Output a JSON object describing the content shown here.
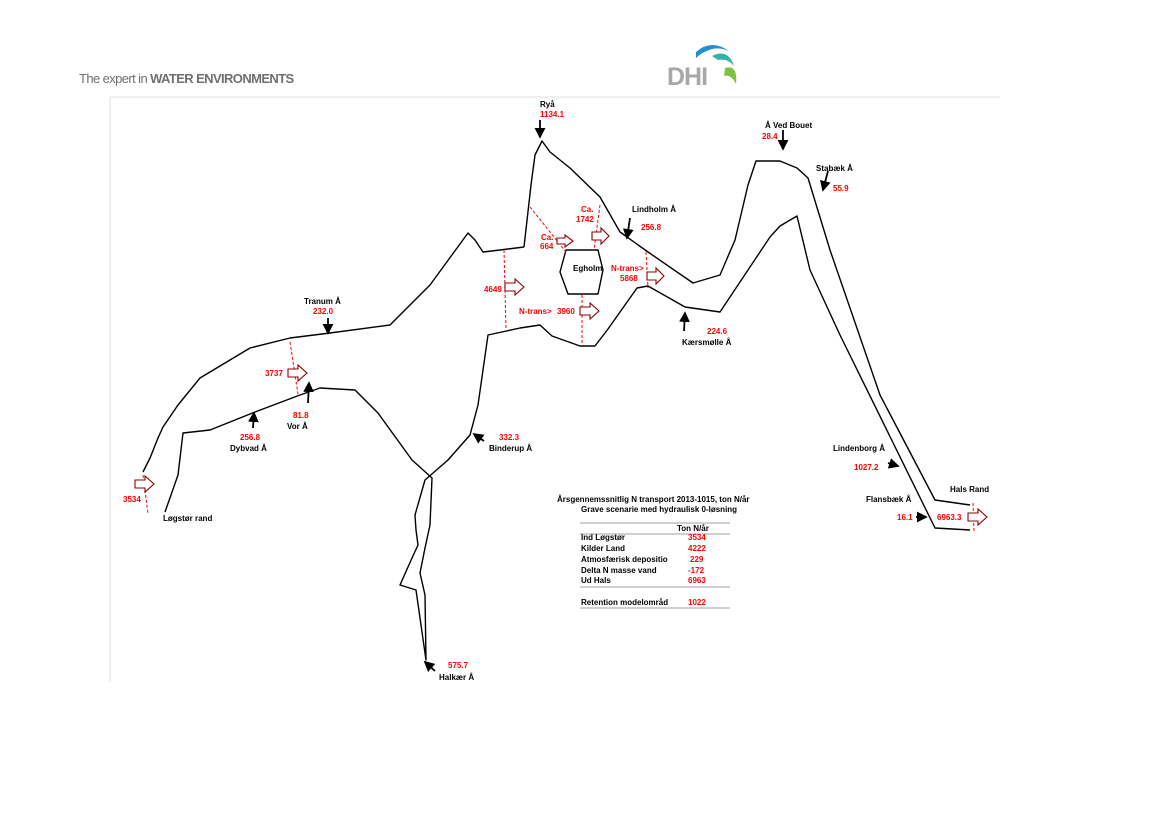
{
  "header": {
    "tagline_prefix": "The expert in ",
    "tagline_bold": "WATER ENVIRONMENTS",
    "logo_text": "DHI",
    "colors": {
      "logo_blue": "#1f8fd0",
      "logo_teal": "#2fb5a8",
      "logo_green": "#7ec242",
      "text_grey": "#6f6f6f"
    }
  },
  "sources": [
    {
      "name": "Ryå",
      "value": "1134.1",
      "icon": "arrow-down-icon"
    },
    {
      "name": "Å Ved Bouet",
      "value": "28.4",
      "icon": "arrow-down-icon"
    },
    {
      "name": "Stabæk Å",
      "value": "55.9",
      "icon": "arrow-down-left-icon"
    },
    {
      "name": "Lindholm Å",
      "value": "256.8",
      "icon": "arrow-down-icon"
    },
    {
      "name": "Tranum Å",
      "value": "232.0",
      "icon": "arrow-down-icon"
    },
    {
      "name": "Kærsmølle Å",
      "value": "224.6",
      "icon": "arrow-up-icon"
    },
    {
      "name": "Vor Å",
      "value": "81.8",
      "icon": "arrow-up-icon"
    },
    {
      "name": "Dybvad Å",
      "value": "256.8",
      "icon": "arrow-up-icon"
    },
    {
      "name": "Binderup Å",
      "value": "332.3",
      "icon": "arrow-up-left-icon"
    },
    {
      "name": "Lindenborg Å",
      "value": "1027.2",
      "icon": "arrow-right-icon"
    },
    {
      "name": "Flansbæk Å",
      "value": "16.1",
      "icon": "arrow-right-icon"
    },
    {
      "name": "Halkær Å",
      "value": "575.7",
      "icon": "arrow-up-left-icon"
    }
  ],
  "transports": [
    {
      "label": "Ca.",
      "value": "664"
    },
    {
      "label": "Ca.",
      "value": "1742"
    },
    {
      "label": "",
      "value": "4649"
    },
    {
      "label": "N-trans>",
      "value": "3960"
    },
    {
      "label": "N-trans>",
      "value": "5868"
    },
    {
      "label": "",
      "value": "3737"
    },
    {
      "label": "",
      "value": "3534"
    },
    {
      "label": "",
      "value": "6963.3"
    }
  ],
  "places": {
    "island": "Egholm",
    "west_boundary": "Løgstør rand",
    "east_boundary": "Hals Rand"
  },
  "summary": {
    "title": "Årsgennemssnitlig N transport 2013-1015, ton N/år",
    "subtitle": "Grave scenarie med hydraulisk 0-løsning",
    "column_header": "Ton N/år",
    "rows": [
      {
        "label": "Ind Løgstør",
        "value": "3534"
      },
      {
        "label": "Kilder Land",
        "value": "4222"
      },
      {
        "label": "Atmosfærisk depositio",
        "value": "229"
      },
      {
        "label": "Delta N masse vand",
        "value": "-172"
      },
      {
        "label": "Ud Hals",
        "value": "6963"
      }
    ],
    "retention": {
      "label": "Retention modelområd",
      "value": "1022"
    }
  }
}
